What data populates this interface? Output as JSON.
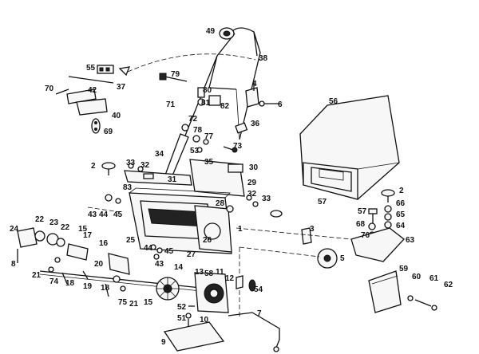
{
  "diagram": {
    "labels": [
      "1",
      "2",
      "2",
      "3",
      "4",
      "5",
      "6",
      "7",
      "8",
      "9",
      "10",
      "11",
      "12",
      "13",
      "14",
      "15",
      "15",
      "16",
      "17",
      "18",
      "18",
      "19",
      "20",
      "21",
      "21",
      "22",
      "22",
      "23",
      "24",
      "25",
      "26",
      "27",
      "28",
      "29",
      "30",
      "31",
      "32",
      "32",
      "33",
      "33",
      "34",
      "35",
      "36",
      "37",
      "38",
      "40",
      "42",
      "43",
      "43",
      "44",
      "44",
      "45",
      "45",
      "49",
      "51",
      "52",
      "53",
      "54",
      "55",
      "56",
      "57",
      "57",
      "58",
      "59",
      "60",
      "61",
      "62",
      "63",
      "64",
      "65",
      "66",
      "68",
      "69",
      "70",
      "71",
      "72",
      "73",
      "74",
      "75",
      "76",
      "77",
      "78",
      "79",
      "80",
      "81",
      "82",
      "83"
    ]
  }
}
